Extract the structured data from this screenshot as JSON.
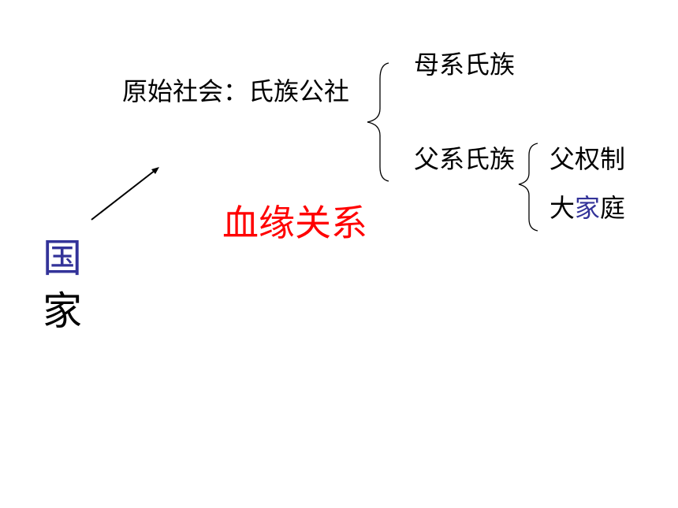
{
  "slide": {
    "primitive_society": "原始社会：氏族公社",
    "matrilineal_clan": "母系氏族",
    "patrilineal_clan": "父系氏族",
    "patriarchy": "父权制",
    "extended_family": {
      "part1": "大",
      "part2": "家",
      "part3": "庭"
    },
    "blood_relation": "血缘关系",
    "state_char1": "国",
    "state_char2": "家"
  },
  "colors": {
    "text": "#000000",
    "accent_blue": "#333399",
    "highlight_red": "#ff0000",
    "background": "#ffffff"
  }
}
